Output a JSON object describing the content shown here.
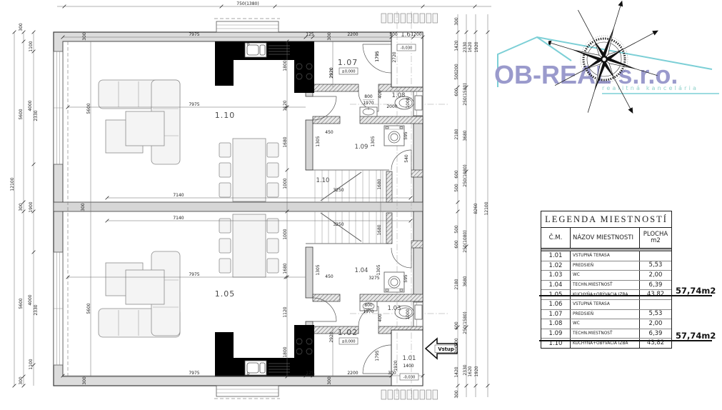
{
  "logo": {
    "company": "OB-REAL s.r.o.",
    "tagline": "realitná kancelária",
    "brand_color": "#9a9acc",
    "house_color": "#7ccfd6"
  },
  "legend": {
    "title": "LEGENDA MIESTNOSTÍ",
    "col_num": "Č.M.",
    "col_name": "NÁZOV MIESTNOSTI",
    "col_area": "PLOCHA",
    "col_area_unit": "m2",
    "rows": [
      {
        "num": "1.01",
        "name": "VSTUPNÁ TERASA",
        "area": ""
      },
      {
        "num": "1.02",
        "name": "PREDSIEŇ",
        "area": "5,53"
      },
      {
        "num": "1.03",
        "name": "WC",
        "area": "2,00"
      },
      {
        "num": "1.04",
        "name": "TECHN.MIESTNOSŤ",
        "area": "6,39"
      },
      {
        "num": "1.05",
        "name": "KUCHYŇA+OBÝVACIA IZBA",
        "area": "43,82"
      },
      {
        "num": "1.06",
        "name": "VSTUPNÁ TERASA",
        "area": ""
      },
      {
        "num": "1.07",
        "name": "PREDSIEŇ",
        "area": "5,53"
      },
      {
        "num": "1.08",
        "name": "WC",
        "area": "2,00"
      },
      {
        "num": "1.09",
        "name": "TECHN.MIESTNOSŤ",
        "area": "6,39"
      },
      {
        "num": "1.10",
        "name": "KUCHYŇA+OBÝVACIA IZBA",
        "area": "43,82"
      }
    ],
    "total_unit1": "57,74m2",
    "total_unit2": "57,74m2"
  },
  "plan": {
    "rooms": {
      "r101": "1.01",
      "r102": "1.02",
      "r103": "1.03",
      "r104": "1.04",
      "r105": "1.05",
      "r106": "1.6",
      "r107": "1.07",
      "r108": "1.08",
      "r109": "1.09",
      "r110": "1.10",
      "r110s": "1.10"
    },
    "levels": {
      "zero": "±0,000",
      "minus": "-0,030"
    },
    "entry_label": "Vstup",
    "dims": {
      "n125": "125",
      "n200": "200",
      "n300": "300",
      "n400": "400",
      "n450": "450",
      "n500": "500",
      "n540": "540",
      "n595": "595",
      "n600": "600",
      "n800": "800",
      "n1000": "1000",
      "n1100": "1100",
      "n1120": "1120",
      "n1200": "1200",
      "n1305": "1305",
      "n1400": "1400",
      "n1420": "1420",
      "n1620": "1620",
      "n1680": "1680",
      "n1795": "1795",
      "n1800": "1800",
      "n1900": "1900",
      "n1920": "1920",
      "n1970": "1970",
      "n2000": "2000",
      "n2180": "2180",
      "n2200": "2200",
      "n2330": "2330",
      "n2501080": "250(1080)",
      "n2501580": "250(1580)",
      "n2720": "2720",
      "n2920": "2920",
      "n3250": "3250",
      "n3275": "3275",
      "n3680": "3680",
      "n4000": "4000",
      "n5600": "5600",
      "n7140": "7140",
      "n7501380": "750(1380)",
      "n7975": "7975",
      "n8260": "8260",
      "n12100": "12100"
    }
  }
}
